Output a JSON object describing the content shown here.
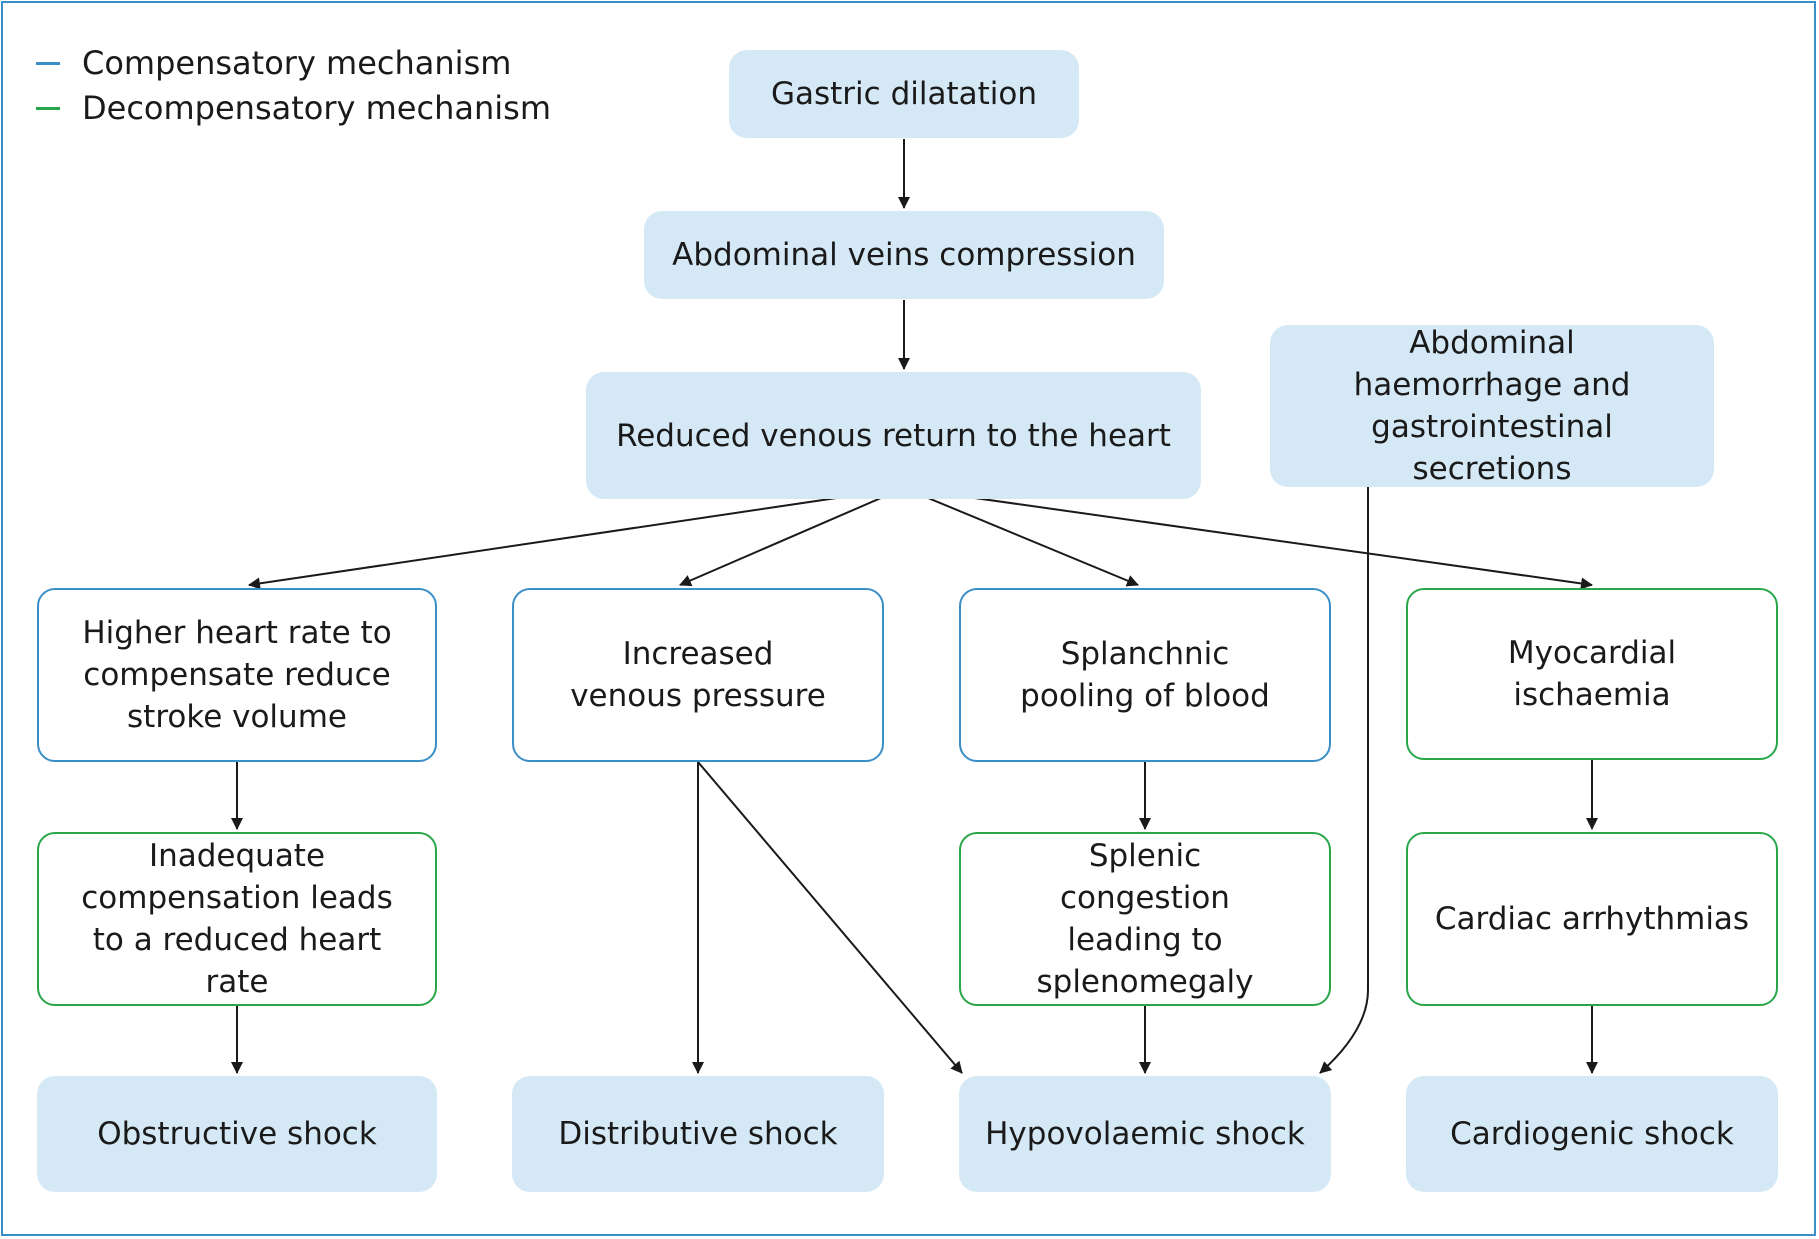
{
  "legend": {
    "items": [
      {
        "label": "Compensatory mechanism",
        "color": "#3a8fc8"
      },
      {
        "label": "Decompensatory mechanism",
        "color": "#2aa64a"
      }
    ]
  },
  "colors": {
    "compensatory": "#3a8fc8",
    "decompensatory": "#2aa64a",
    "box_fill": "#d5e8f5",
    "arrow": "#1a1a1a"
  },
  "nodes": {
    "gastric_dilatation": "Gastric dilatation",
    "abdominal_veins_compression": "Abdominal veins compression",
    "reduced_venous_return": "Reduced venous return to the heart",
    "abdominal_haemorrhage": "Abdominal haemorrhage and gastrointestinal secretions",
    "higher_heart_rate": "Higher heart rate to compensate reduce stroke volume",
    "increased_venous_pressure": "Increased venous pressure",
    "splanchnic_pooling": "Splanchnic pooling of blood",
    "myocardial_ischaemia": "Myocardial ischaemia",
    "inadequate_compensation": "Inadequate compensation leads to a reduced heart rate",
    "splenic_congestion": "Splenic congestion leading to splenomegaly",
    "cardiac_arrhythmias": "Cardiac arrhythmias",
    "obstructive_shock": "Obstructive shock",
    "distributive_shock": "Distributive shock",
    "hypovolaemic_shock": "Hypovolaemic shock",
    "cardiogenic_shock": "Cardiogenic shock"
  }
}
